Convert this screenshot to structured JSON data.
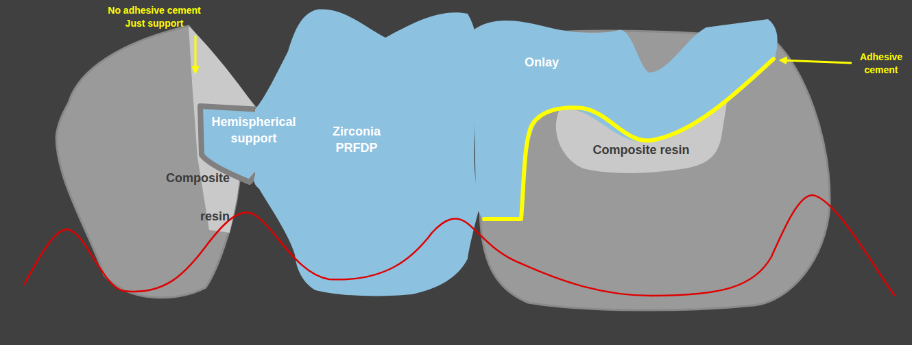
{
  "diagram": {
    "labels": [
      "No adhesive cement Just support",
      "Hemispherical support",
      "Zirconia PRFDP",
      "Onlay",
      "Composite resin",
      "Composite resin",
      "Adhesive cement"
    ]
  }
}
